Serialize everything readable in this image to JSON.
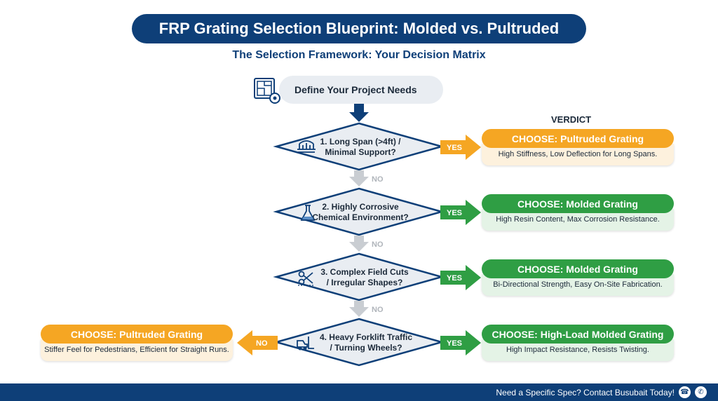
{
  "title": "FRP Grating Selection Blueprint: Molded vs. Pultruded",
  "subtitle": "The Selection Framework: Your Decision Matrix",
  "start": {
    "label": "Define Your Project Needs",
    "icon": "blueprint-gear-icon"
  },
  "verdict_header": "VERDICT",
  "yes_label": "YES",
  "no_label": "NO",
  "questions": [
    {
      "line1": "1. Long Span (>4ft) /",
      "line2": "Minimal Support?",
      "icon": "bridge-icon"
    },
    {
      "line1": "2. Highly Corrosive",
      "line2": "Chemical Environment?",
      "icon": "flask-icon"
    },
    {
      "line1": "3. Complex Field Cuts",
      "line2": "/ Irregular Shapes?",
      "icon": "scissors-cut-icon"
    },
    {
      "line1": "4. Heavy Forklift Traffic",
      "line2": "/ Turning Wheels?",
      "icon": "forklift-icon"
    }
  ],
  "verdicts": [
    {
      "head": "CHOOSE: Pultruded Grating",
      "body": "High Stiffness, Low Deflection for Long Spans.",
      "color": "#f5a623"
    },
    {
      "head": "CHOOSE: Molded Grating",
      "body": "High Resin Content, Max Corrosion Resistance.",
      "color": "#2f9e44"
    },
    {
      "head": "CHOOSE: Molded Grating",
      "body": "Bi-Directional Strength, Easy On-Site Fabrication.",
      "color": "#2f9e44"
    },
    {
      "head": "CHOOSE: High-Load Molded Grating",
      "body": "High Impact Resistance, Resists Twisting.",
      "color": "#2f9e44"
    },
    {
      "head": "CHOOSE: Pultruded Grating",
      "body": "Stiffer Feel for Pedestrians, Efficient for Straight Runs.",
      "color": "#f5a623"
    }
  ],
  "colors": {
    "navy": "#0e3f78",
    "orange": "#f5a623",
    "green": "#2f9e44",
    "grey": "#c9cdd2"
  },
  "footer": {
    "text": "Need a Specific Spec? Contact Busubait Today!",
    "icons": [
      "phone-icon",
      "whatsapp-icon"
    ]
  }
}
